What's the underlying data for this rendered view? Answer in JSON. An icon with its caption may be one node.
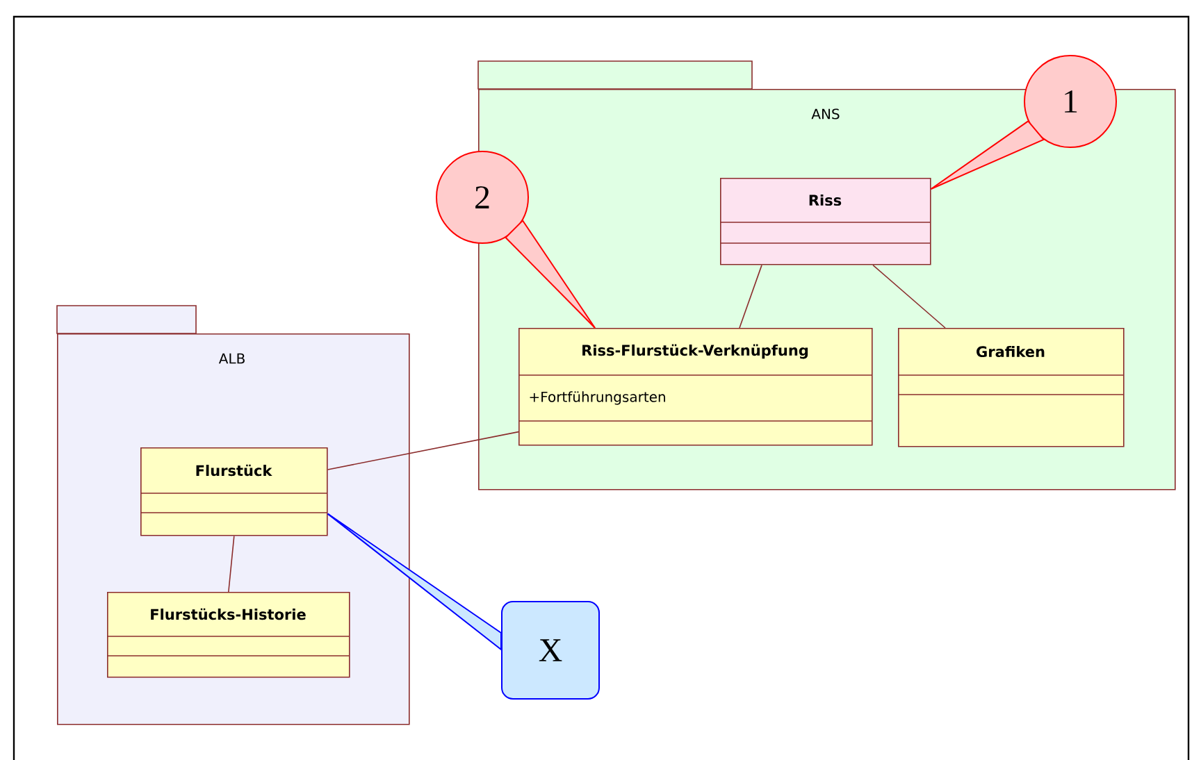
{
  "diagram": {
    "nodes": [
      {
        "text": [
          "ANS"
        ]
      },
      {
        "text": [
          "Riss"
        ],
        "in": 0
      },
      {
        "text": [
          "Riss-Flurstück-Verknüpfung",
          "+Fortführungsarten"
        ],
        "in": 0
      },
      {
        "text": [
          "Grafiken"
        ],
        "in": 0
      },
      {
        "text": [
          "ALB"
        ]
      },
      {
        "text": [
          "Flurstück"
        ],
        "in": 4
      },
      {
        "text": [
          "Flurstücks-Historie"
        ],
        "in": 4
      },
      {
        "text": [
          "1"
        ]
      },
      {
        "text": [
          "2"
        ]
      },
      {
        "text": [
          "X"
        ]
      }
    ],
    "edges": [
      {
        "from": 1,
        "to": 2,
        "arrow": "none"
      },
      {
        "from": 1,
        "to": 3,
        "arrow": "none"
      },
      {
        "from": 5,
        "to": 2,
        "arrow": "none"
      },
      {
        "from": 5,
        "to": 6,
        "arrow": "none"
      },
      {
        "from": 7,
        "to": 1,
        "arrow": "none",
        "color": "#ff0000"
      },
      {
        "from": 8,
        "to": 2,
        "arrow": "none",
        "color": "#ff0000"
      },
      {
        "from": 9,
        "to": 5,
        "arrow": "none",
        "color": "#0000ff"
      }
    ]
  }
}
